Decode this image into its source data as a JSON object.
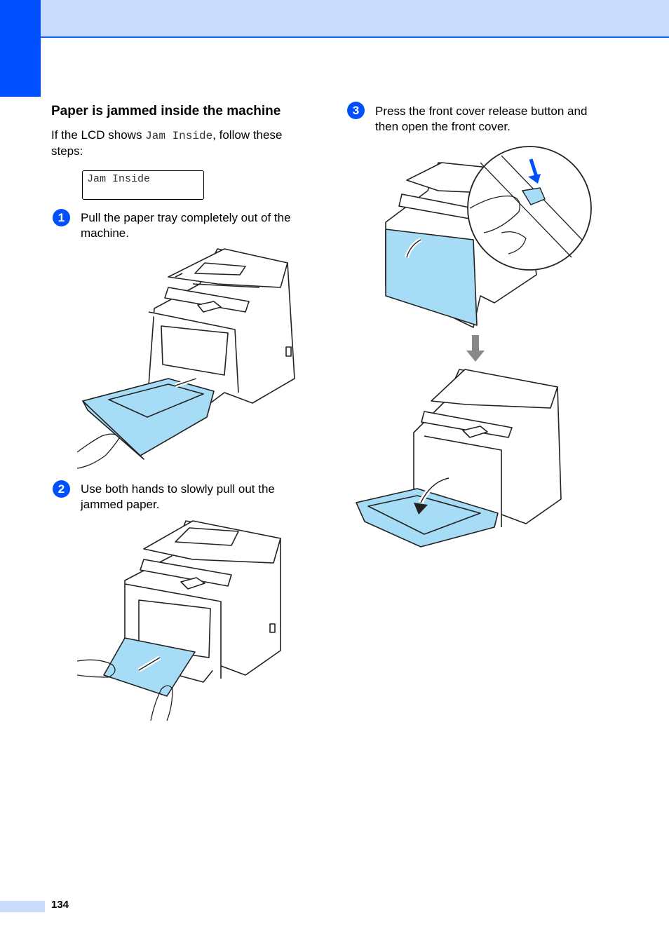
{
  "heading": "Paper is jammed inside the machine",
  "intro": {
    "before": "If the LCD shows ",
    "code": "Jam Inside",
    "after": ", follow these steps:"
  },
  "lcd_text": "Jam Inside",
  "steps": [
    {
      "badge": "1",
      "text": "Pull the paper tray completely out of the machine."
    },
    {
      "badge": "2",
      "text": "Use both hands to slowly pull out the jammed paper."
    },
    {
      "badge": "3",
      "text": "Press the front cover release button and then open the front cover."
    }
  ],
  "page_number": "134",
  "colors": {
    "accent": "#0050ff",
    "band": "#c9dcfb",
    "highlight": "#a6dcf5"
  }
}
